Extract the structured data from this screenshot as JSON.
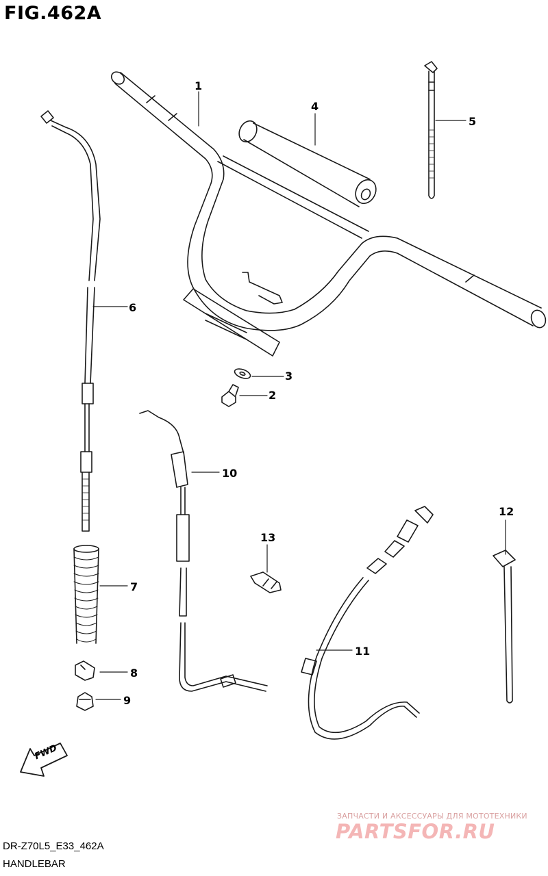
{
  "figure": {
    "title": "FIG.462A",
    "model_code": "DR-Z70L5_E33_462A",
    "section_name": "HANDLEBAR"
  },
  "callouts": {
    "c1": "1",
    "c2": "2",
    "c3": "3",
    "c4": "4",
    "c5": "5",
    "c6": "6",
    "c7": "7",
    "c8": "8",
    "c9": "9",
    "c10": "10",
    "c11": "11",
    "c12": "12",
    "c13": "13"
  },
  "fwd_label": "FWD",
  "watermark": {
    "tagline": "ЗАПЧАСТИ И АКСЕССУАРЫ ДЛЯ МОТОТЕХНИКИ",
    "logo": "PARTSFOR.RU",
    "color": "#f4b6b6"
  },
  "colors": {
    "line": "#1a1a1a",
    "background": "#ffffff"
  }
}
